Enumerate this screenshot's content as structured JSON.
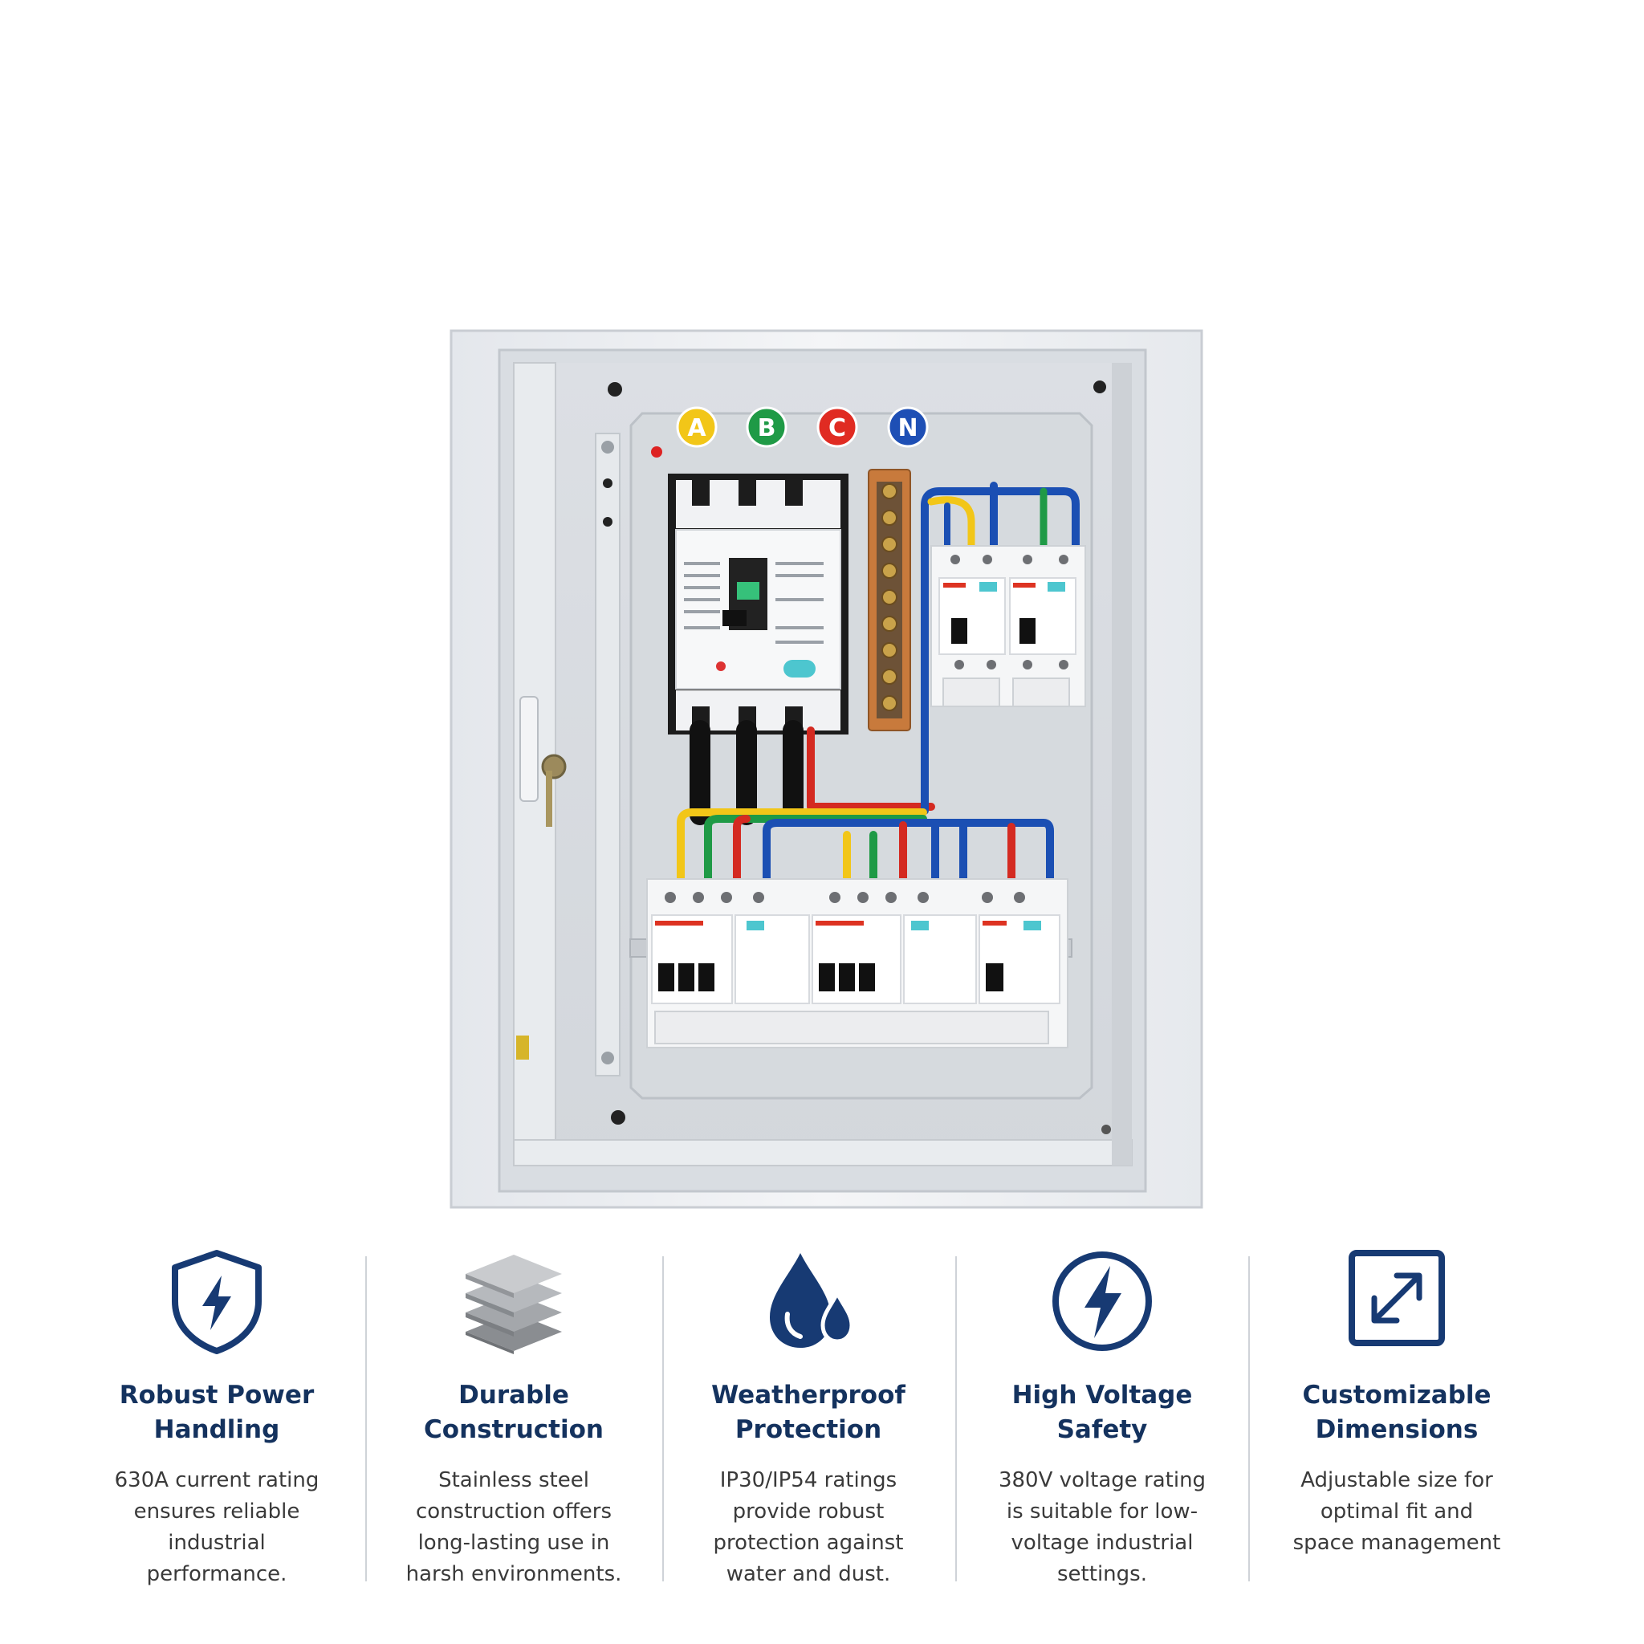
{
  "panel": {
    "phase_labels": [
      "A",
      "B",
      "C",
      "N"
    ],
    "phase_colors": [
      "#f2c618",
      "#1f9a46",
      "#e02b22",
      "#1e4fb5"
    ]
  },
  "features": [
    {
      "title_line1": "Robust Power",
      "title_line2": "Handling",
      "desc": [
        "630A current rating",
        "ensures reliable",
        "industrial",
        "performance."
      ],
      "icon": "shield-lightning-icon"
    },
    {
      "title_line1": "Durable",
      "title_line2": "Construction",
      "desc": [
        "Stainless steel",
        "construction offers",
        "long-lasting use in",
        "harsh environments."
      ],
      "icon": "layered-plates-icon"
    },
    {
      "title_line1": "Weatherproof",
      "title_line2": "Protection",
      "desc": [
        "IP30/IP54 ratings",
        "provide robust",
        "protection against",
        "water and dust."
      ],
      "icon": "water-drop-icon"
    },
    {
      "title_line1": "High Voltage",
      "title_line2": "Safety",
      "desc": [
        "380V voltage rating",
        "is suitable for low-",
        "voltage industrial",
        "settings."
      ],
      "icon": "lightning-circle-icon"
    },
    {
      "title_line1": "Customizable",
      "title_line2": "Dimensions",
      "desc": [
        "Adjustable size for",
        "optimal fit and",
        "space management"
      ],
      "icon": "expand-arrows-icon"
    }
  ],
  "colors": {
    "title": "#14325e",
    "icon": "#173a73",
    "text": "#3a3a3a"
  }
}
